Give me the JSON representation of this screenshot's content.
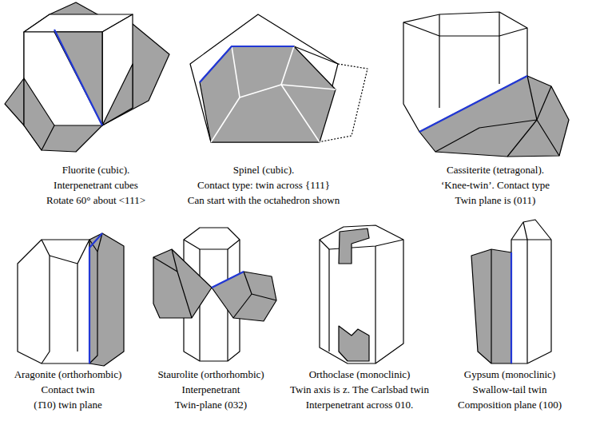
{
  "diagram": {
    "labels": [
      "Fluorite (cubic).",
      "Interpenetrant cubes",
      "Rotate 60° about <111>",
      "Spinel (cubic).",
      "Contact type: twin across {111}",
      "Can start with the octahedron shown",
      "Cassiterite (tetragonal).",
      "‘Knee-twin’. Contact type",
      "Twin plane is (011)",
      "Aragonite (orthorhombic)",
      "Contact twin",
      "(1̄10) twin plane",
      "Staurolite (orthorhombic)",
      "Interpenetrant",
      "Twin-plane (032)",
      "Orthoclase (monoclinic)",
      "Twin axis is z. The Carlsbad twin",
      "Interpenetrant across 010.",
      "Gypsum (monoclinic)",
      "Swallow-tail twin",
      "Composition plane (100)"
    ]
  }
}
